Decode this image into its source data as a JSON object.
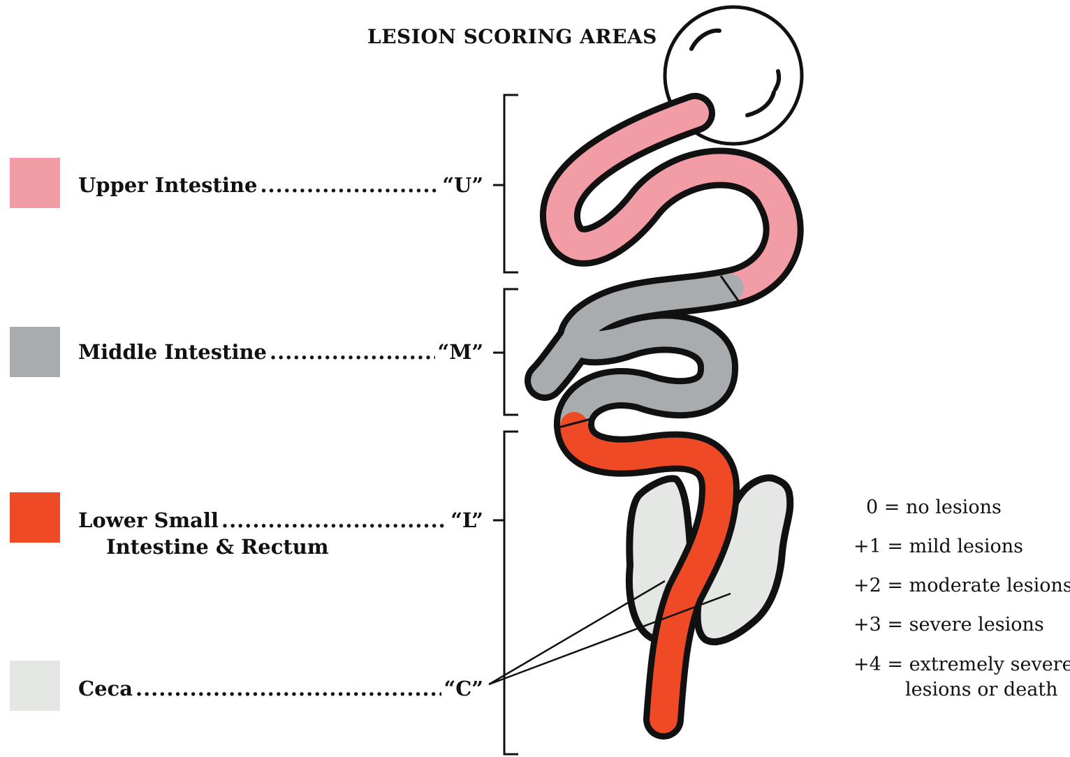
{
  "title": "LESION SCORING AREAS",
  "colors": {
    "upper": "#f29ca6",
    "middle": "#a9acaf",
    "lower": "#ee4a25",
    "ceca": "#e4e7e3",
    "outline": "#111111"
  },
  "regions": [
    {
      "label": "Upper Intestine",
      "code": "“U”",
      "color_key": "upper"
    },
    {
      "label": "Middle Intestine",
      "code": "“M”",
      "color_key": "middle"
    },
    {
      "label": "Lower Small",
      "label_line2": "Intestine & Rectum",
      "code": "“L”",
      "color_key": "lower"
    },
    {
      "label": "Ceca",
      "code": "“C”",
      "color_key": "ceca"
    }
  ],
  "scores": [
    {
      "value": "0",
      "desc": "= no lesions"
    },
    {
      "value": "+1",
      "desc": "= mild lesions"
    },
    {
      "value": "+2",
      "desc": "= moderate lesions"
    },
    {
      "value": "+3",
      "desc": "= severe lesions"
    },
    {
      "value": "+4",
      "desc": "= extremely severe",
      "desc_line2": "lesions or death"
    }
  ]
}
